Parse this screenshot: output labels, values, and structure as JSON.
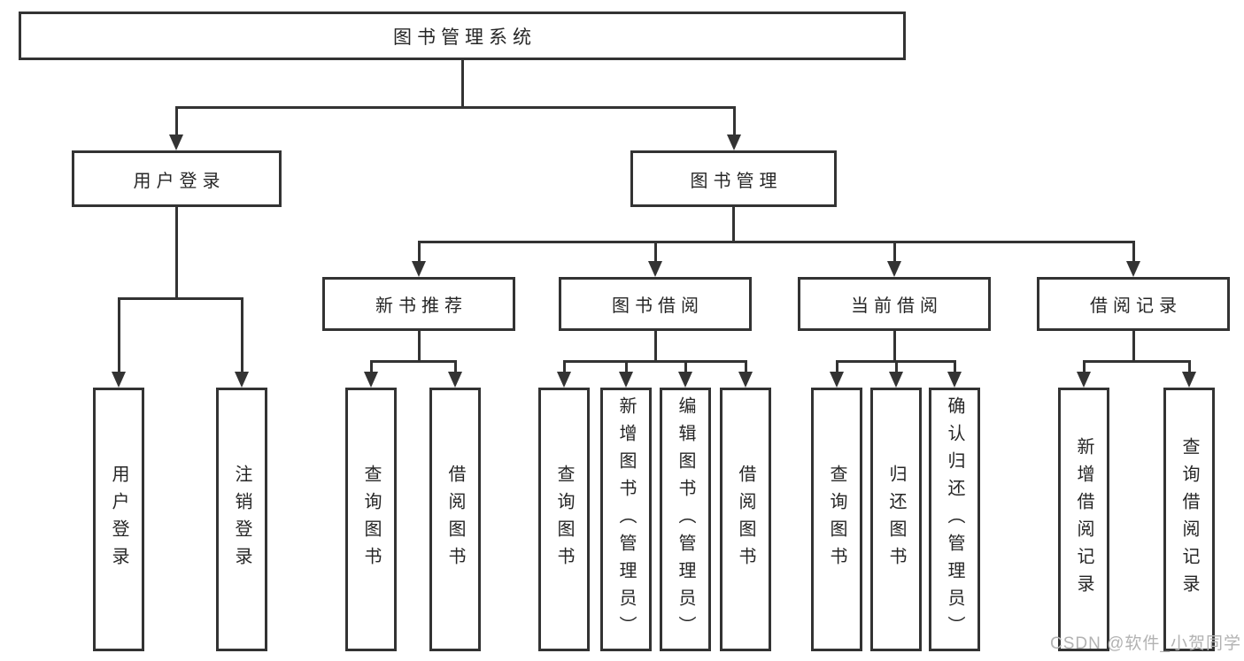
{
  "diagram": {
    "root": {
      "label": "图书管理系统"
    },
    "branches": [
      {
        "label": "用户登录",
        "children": [
          {
            "label": "用户登录"
          },
          {
            "label": "注销登录"
          }
        ]
      },
      {
        "label": "图书管理",
        "children": [
          {
            "label": "新书推荐",
            "children": [
              {
                "label": "查询图书"
              },
              {
                "label": "借阅图书"
              }
            ]
          },
          {
            "label": "图书借阅",
            "children": [
              {
                "label": "查询图书"
              },
              {
                "label": "新增图书（管理员）"
              },
              {
                "label": "编辑图书（管理员）"
              },
              {
                "label": "借阅图书"
              }
            ]
          },
          {
            "label": "当前借阅",
            "children": [
              {
                "label": "查询图书"
              },
              {
                "label": "归还图书"
              },
              {
                "label": "确认归还（管理员）"
              }
            ]
          },
          {
            "label": "借阅记录",
            "children": [
              {
                "label": "新增借阅记录"
              },
              {
                "label": "查询借阅记录"
              }
            ]
          }
        ]
      }
    ]
  },
  "watermark": {
    "text": "CSDN @软件_小贺同学"
  },
  "colors": {
    "line": "#333333",
    "text": "#262626",
    "watermark": "#b2b2b2",
    "background": "#ffffff"
  }
}
